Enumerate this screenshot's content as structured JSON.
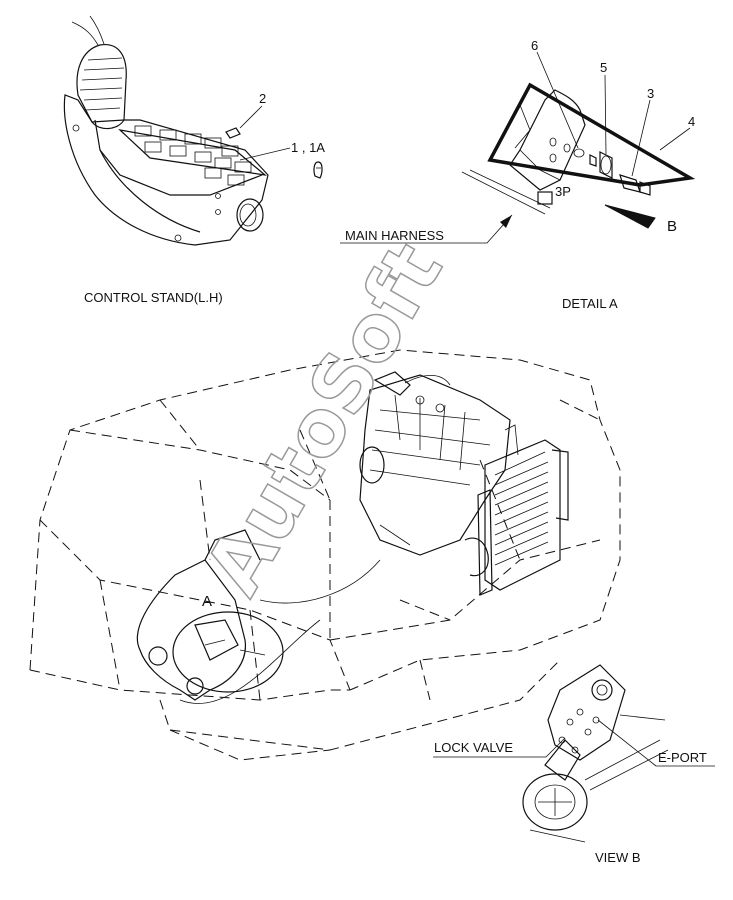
{
  "labels": {
    "part_2": "2",
    "part_1_1a": "1 , 1A",
    "part_6": "6",
    "part_5": "5",
    "part_3": "3",
    "part_4": "4",
    "connector_3p": "3P",
    "main_harness": "MAIN HARNESS",
    "view_b_arrow": "B",
    "control_stand": "CONTROL STAND(L.H)",
    "detail_a": "DETAIL  A",
    "detail_a_marker": "A",
    "lock_valve": "LOCK VALVE",
    "e_port": "E-PORT",
    "view_b": "VIEW  B",
    "watermark": "AutoSoft"
  },
  "icons": {
    "leader_arrow": "arrow-icon",
    "view_arrow": "triangle-arrow-icon"
  }
}
